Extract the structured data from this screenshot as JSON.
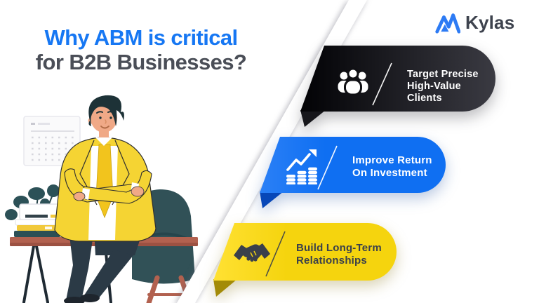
{
  "logo": {
    "text": "Kylas",
    "mark_color": "#2d7bf4",
    "text_color": "#3e434e"
  },
  "title": {
    "line1": "Why ABM is critical",
    "line2": "for B2B Businesses?",
    "line1_color": "#1677f3",
    "line2_color": "#4a4e57"
  },
  "banners": [
    {
      "label": "Target Precise High-Value Clients",
      "lines": [
        "Target Precise",
        "High-Value",
        "Clients"
      ],
      "icon": "people-group-icon",
      "color": "#3a3a42",
      "color2": "#020205",
      "fold_color": "#16161b",
      "text_color": "#ffffff"
    },
    {
      "label": "Improve Return On Investment",
      "lines": [
        "Improve Return",
        "On Investment"
      ],
      "icon": "growth-coins-icon",
      "color": "#0f6ff2",
      "color2": "#2b80f6",
      "fold_color": "#0747b8",
      "text_color": "#ffffff"
    },
    {
      "label": "Build Long-Term Relationships",
      "lines": [
        "Build Long-Term",
        "Relationships"
      ],
      "icon": "handshake-icon",
      "color": "#f5d40e",
      "color2": "#ffe133",
      "fold_color": "#a38b08",
      "text_color": "#3a404b"
    }
  ],
  "illustration": {
    "subject": "man in yellow blazer with crossed arms leaning on a desk",
    "suit_color": "#f5d433",
    "desk_color": "#b2614f",
    "chair_color": "#315157"
  }
}
